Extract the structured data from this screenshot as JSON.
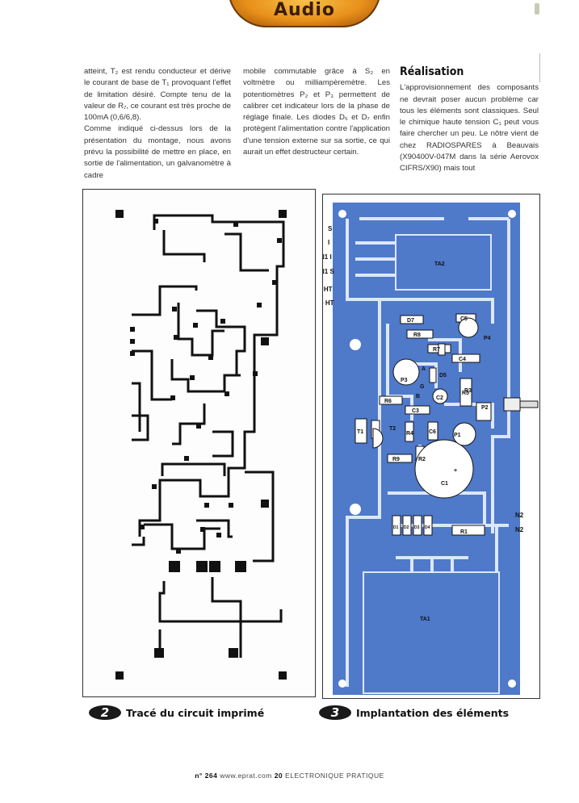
{
  "header": {
    "section_label": "Audio"
  },
  "columns": {
    "col1": [
      "atteint, T₂ est rendu conducteur et dérive le courant de base de T₁ provoquant l'effet de limitation désiré. Compte tenu de la valeur de R₇, ce courant est très proche de 100mA (0,6/6,8).",
      "Comme indiqué ci-dessus lors de la présentation du montage, nous avons prévu la possibilité de mettre en place, en sortie de l'alimentation, un galvanomètre à cadre"
    ],
    "col2": [
      "mobile commutable grâce à S₂ en voltmètre ou milliampèremètre. Les potentiomètres P₂ et P₃ permettent de calibrer cet indicateur lors de la phase de réglage finale. Les diodes D₅ et D₇ enfin protègent l'alimentation contre l'application d'une tension externe sur sa sortie, ce qui aurait un effet destructeur certain."
    ],
    "col3_title": "Réalisation",
    "col3": [
      "L'approvisionnement des composants ne devrait poser aucun problème car tous les éléments sont classiques. Seul le chimique haute tension C₁ peut vous faire chercher un peu. Le nôtre vient de chez RADIOSPARES à Beauvais (X90400V-047M dans la série Aerovox CIFRS/X90) mais tout"
    ]
  },
  "figures": {
    "fig2": {
      "number": "2",
      "caption": "Tracé du circuit imprimé"
    },
    "fig3": {
      "number": "3",
      "caption": "Implantation des éléments",
      "connector_labels": [
        "S",
        "I",
        "N1 I",
        "N1 S",
        "- HT",
        "+ HT",
        "N2",
        "N2"
      ],
      "component_labels": [
        "TA2",
        "D7",
        "R8",
        "R7",
        "C5",
        "P4",
        "C4",
        "P3",
        "A",
        "G",
        "D5",
        "R6",
        "B",
        "C2",
        "R5",
        "C3",
        "R3",
        "P2",
        "T1",
        "T2",
        "R4",
        "R2",
        "C6",
        "P1",
        "R9",
        "R1",
        "C1",
        "TA1",
        "+",
        "D1",
        "D2",
        "D3",
        "D4"
      ]
    }
  },
  "footer": {
    "issue": "n° 264",
    "website": "www.eprat.com",
    "page": "20",
    "magazine": "ELECTRONIQUE PRATIQUE"
  },
  "colors": {
    "banner": "#e8901a",
    "board_blue": "#4f79c9",
    "track_blue": "#d9e6fb",
    "ink": "#111111"
  }
}
